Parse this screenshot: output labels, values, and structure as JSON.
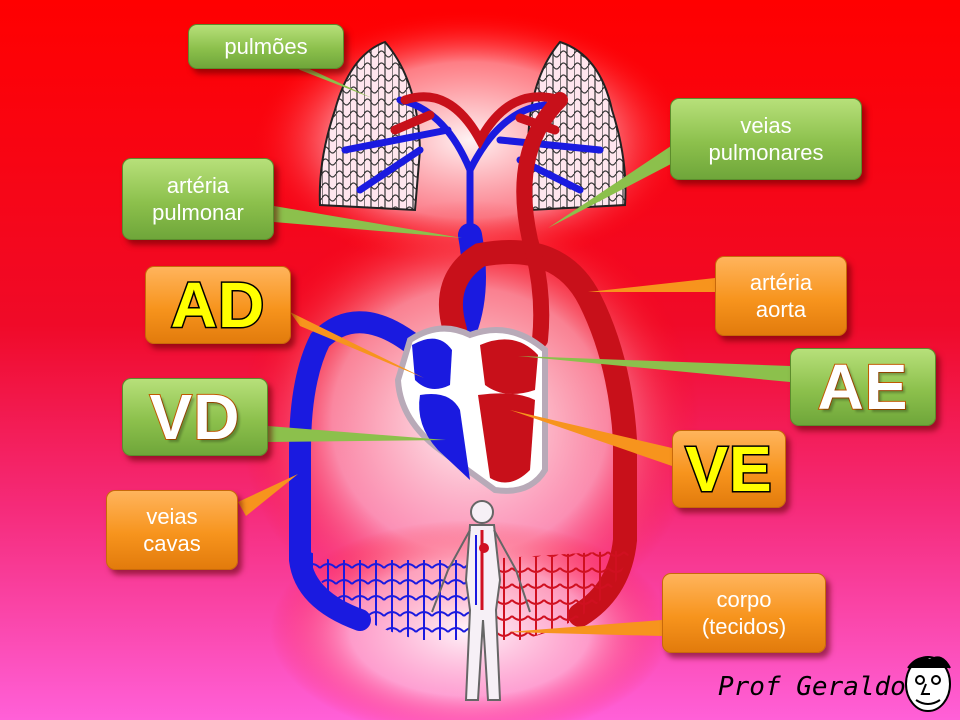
{
  "labels": {
    "pulmoes": "pulmões",
    "veias_pulmonares": "veias\npulmonares",
    "arteria_pulmonar": "artéria\npulmonar",
    "arteria_aorta": "artéria\naorta",
    "ad": "AD",
    "ae": "AE",
    "vd": "VD",
    "ve": "VE",
    "veias_cavas": "veias\ncavas",
    "corpo": "corpo\n(tecidos)"
  },
  "signature": "Prof Geraldo",
  "colors": {
    "venous_blue": "#1a1ae0",
    "arterial_red": "#c8101a",
    "label_green": "#8cc04c",
    "label_orange": "#f7941d",
    "ad_text": "#ffff00",
    "ve_text": "#ffff00",
    "ae_text": "#ffffff",
    "vd_text": "#ffffff"
  },
  "icons": {
    "lungs": "lungs-illustration",
    "heart": "heart-illustration",
    "body": "human-body-icon",
    "caricature": "caricature-face-icon"
  }
}
